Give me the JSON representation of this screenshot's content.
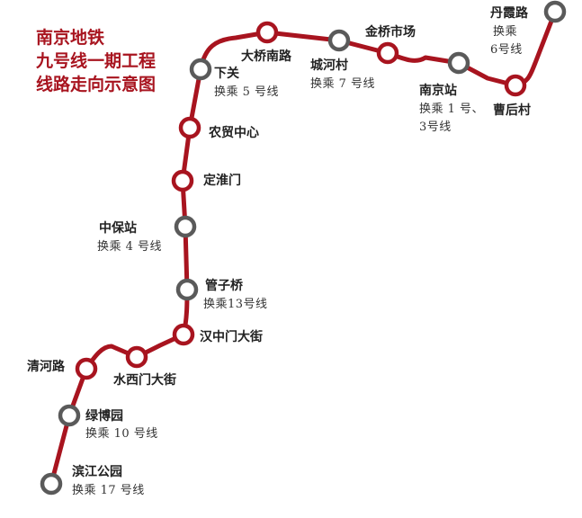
{
  "title": {
    "line1": "南京地铁",
    "line2": "九号线一期工程",
    "line3": "线路走向示意图"
  },
  "colors": {
    "line": "#a8141f",
    "station_regular": "#a8141f",
    "station_interchange": "#5a5a5a"
  },
  "stations": {
    "danxialu": {
      "name": "丹霞路",
      "transfer1": "换乘",
      "transfer2": "6号线"
    },
    "caohoucun": {
      "name": "曹后村"
    },
    "nanjingzhan": {
      "name": "南京站",
      "transfer1": "换乘 1 号、",
      "transfer2": "3号线"
    },
    "jinqiaoshichang": {
      "name": "金桥市场"
    },
    "chenghecun": {
      "name": "城河村",
      "transfer1": "换乘 7 号线"
    },
    "daqiaonanlu": {
      "name": "大桥南路"
    },
    "xiaguan": {
      "name": "下关",
      "transfer1": "换乘 5 号线"
    },
    "nongmaozhongxin": {
      "name": "农贸中心"
    },
    "dinghuaimen": {
      "name": "定淮门"
    },
    "zhongbaozhan": {
      "name": "中保站",
      "transfer1": "换乘 4 号线"
    },
    "guanziqiao": {
      "name": "管子桥",
      "transfer1": "换乘13号线"
    },
    "hanzhongmendajie": {
      "name": "汉中门大街"
    },
    "shuiximendajie": {
      "name": "水西门大街"
    },
    "qinghelu": {
      "name": "清河路"
    },
    "lvboyuan": {
      "name": "绿博园",
      "transfer1": "换乘 10 号线"
    },
    "binjianggongyuan": {
      "name": "滨江公园",
      "transfer1": "换乘 17 号线"
    }
  }
}
